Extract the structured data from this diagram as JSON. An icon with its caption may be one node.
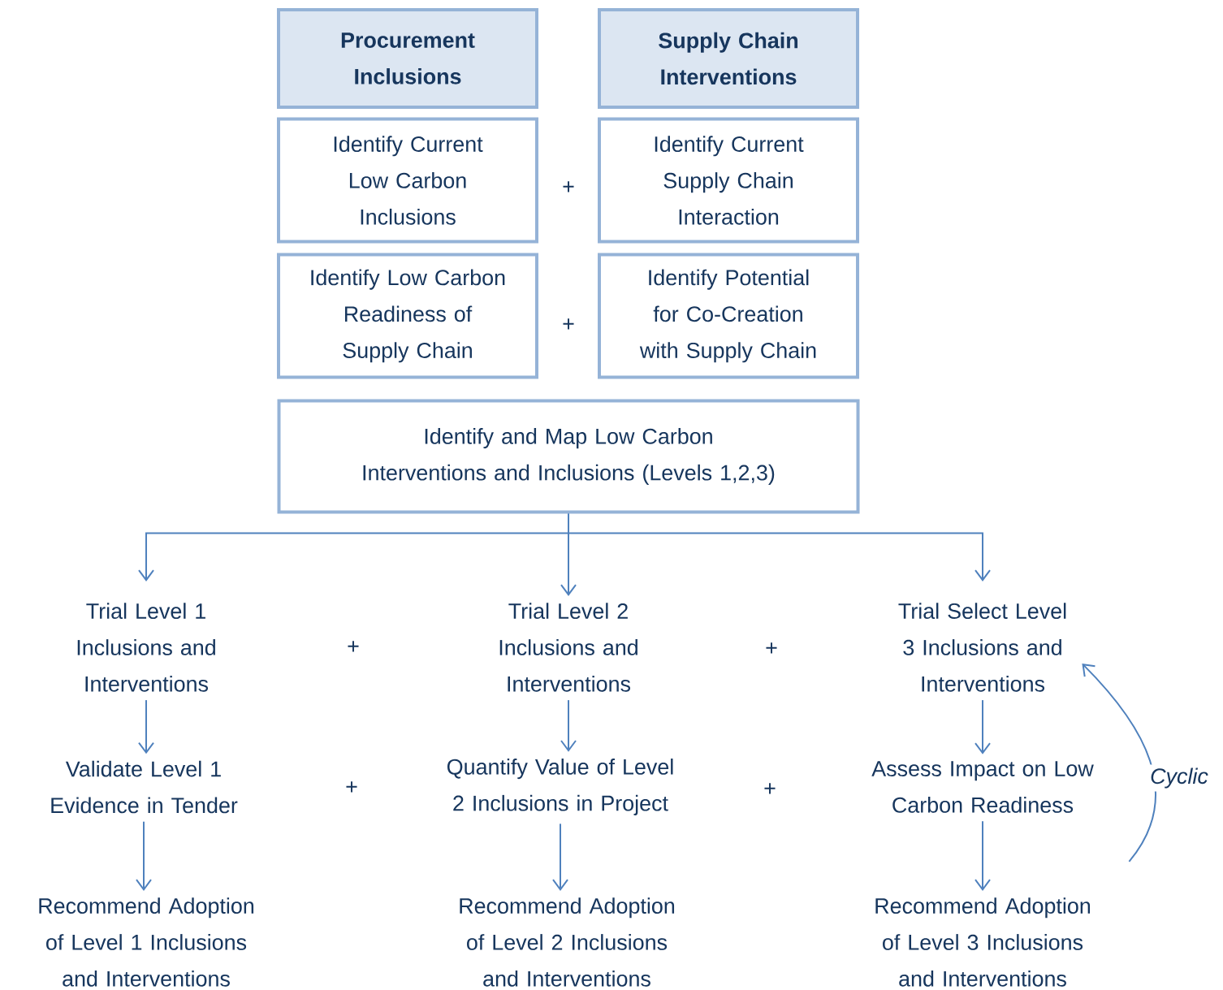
{
  "diagram": {
    "nodes": [
      {
        "text": [
          "Procurement Inclusions"
        ]
      },
      {
        "text": [
          "Supply Chain Interventions"
        ]
      },
      {
        "text": [
          "Identify Current Low Carbon Inclusions"
        ]
      },
      {
        "text": [
          "Identify Current Supply Chain Interaction"
        ]
      },
      {
        "text": [
          "Identify Low Carbon Readiness of Supply Chain"
        ]
      },
      {
        "text": [
          "Identify Potential for Co-Creation with Supply Chain"
        ]
      },
      {
        "text": [
          "Identify and Map Low Carbon Interventions and Inclusions (Levels 1,2,3)"
        ]
      },
      {
        "text": [
          "Trial Level 1 Inclusions and Interventions"
        ]
      },
      {
        "text": [
          "Trial Level 2 Inclusions and Interventions"
        ]
      },
      {
        "text": [
          "Trial Select Level 3 Inclusions and Interventions"
        ]
      },
      {
        "text": [
          "Validate Level 1 Evidence in Tender"
        ]
      },
      {
        "text": [
          "Quantify Value of Level 2 Inclusions in Project"
        ]
      },
      {
        "text": [
          "Assess Impact on Low Carbon Readiness"
        ]
      },
      {
        "text": [
          "Recommend Adoption of Level 1 Inclusions and Interventions"
        ]
      },
      {
        "text": [
          "Recommend Adoption of Level 2 Inclusions and Interventions"
        ]
      },
      {
        "text": [
          "Recommend Adoption of Level 3 Inclusions and Interventions"
        ]
      }
    ],
    "edges": [
      {
        "from": 6,
        "to": 7,
        "arrow": "to"
      },
      {
        "from": 6,
        "to": 8,
        "arrow": "to"
      },
      {
        "from": 6,
        "to": 9,
        "arrow": "to"
      },
      {
        "from": 7,
        "to": 10,
        "arrow": "to"
      },
      {
        "from": 8,
        "to": 11,
        "arrow": "to"
      },
      {
        "from": 9,
        "to": 12,
        "arrow": "to"
      },
      {
        "from": 10,
        "to": 13,
        "arrow": "to"
      },
      {
        "from": 11,
        "to": 14,
        "arrow": "to"
      },
      {
        "from": 12,
        "to": 15,
        "arrow": "to"
      },
      {
        "from": 15,
        "to": 9,
        "arrow": "to",
        "label": "Cyclic"
      }
    ],
    "labels": [
      "+",
      "+",
      "+",
      "+",
      "+",
      "+"
    ]
  }
}
